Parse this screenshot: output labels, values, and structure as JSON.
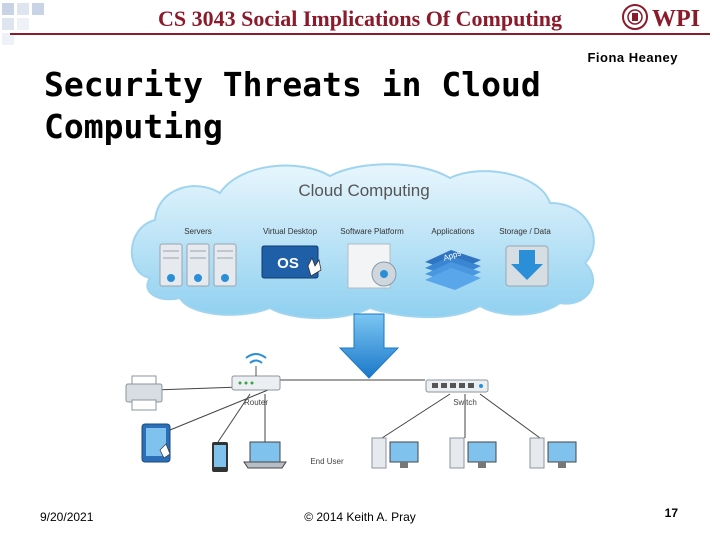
{
  "header": {
    "title": "CS 3043 Social Implications Of Computing",
    "logo_text": "WPI"
  },
  "author": "Fiona Heaney",
  "slide": {
    "title_line1": "Security Threats in Cloud",
    "title_line2": "Computing"
  },
  "diagram": {
    "cloud_label": "Cloud Computing",
    "service_labels": [
      "Servers",
      "Virtual Desktop",
      "Software Platform",
      "Applications",
      "Storage / Data"
    ],
    "os_label": "OS",
    "apps_label": "Apps",
    "router_label": "Router",
    "switch_label": "Switch",
    "end_user_label": "End User"
  },
  "footer": {
    "date": "9/20/2021",
    "copyright": "© 2014 Keith A. Pray",
    "page": "17"
  },
  "colors": {
    "accent": "#8b1a2b",
    "cloud": "#bfe3f6",
    "arrow": "#2a8fd6"
  }
}
